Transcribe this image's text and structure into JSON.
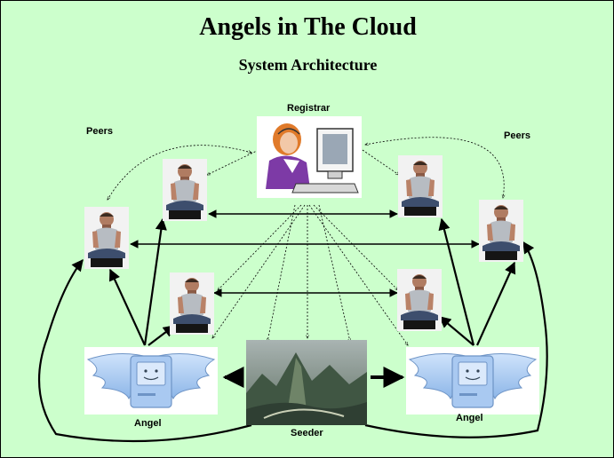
{
  "title": "Angels in The Cloud",
  "subtitle": "System Architecture",
  "labels": {
    "registrar": "Registrar",
    "peers_left": "Peers",
    "peers_right": "Peers",
    "angel_left": "Angel",
    "angel_right": "Angel",
    "seeder": "Seeder"
  },
  "icons": {
    "registrar": "receptionist-computer-icon",
    "peer": "seated-man-peer-icon",
    "angel": "winged-mac-angel-icon",
    "seeder": "mountain-landscape-seeder-icon"
  },
  "colors": {
    "background": "#ccffcc",
    "angel_wing": "#9fc4ef",
    "text": "#000000"
  }
}
